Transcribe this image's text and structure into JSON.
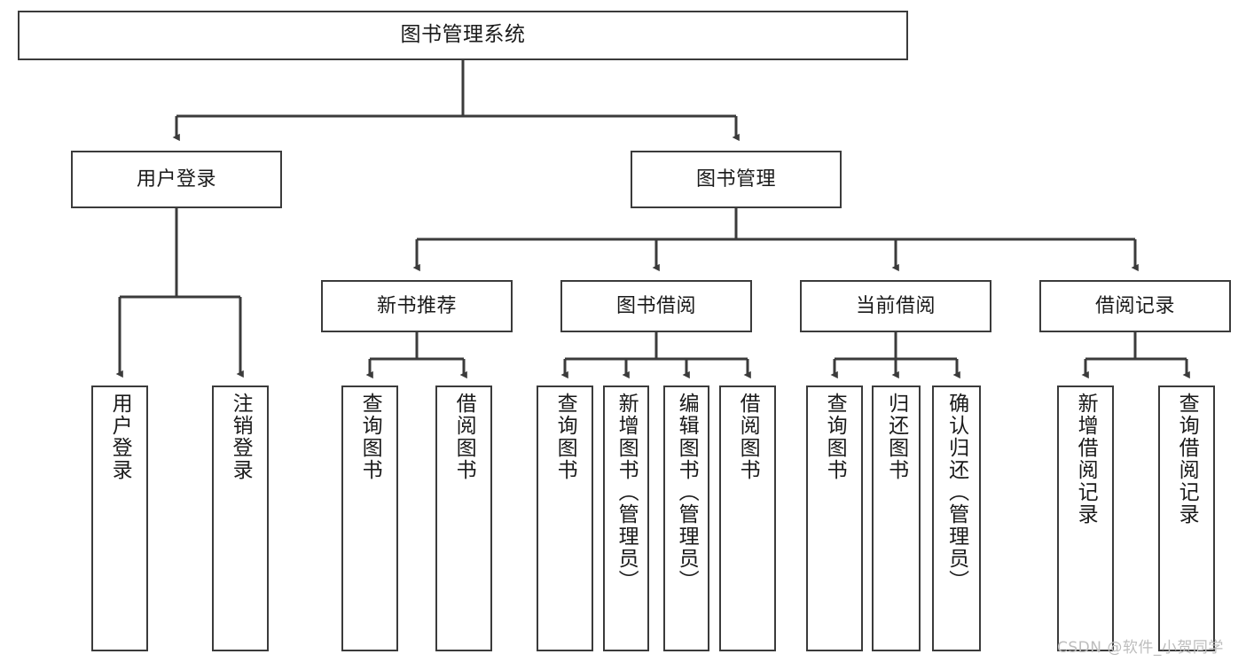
{
  "diagram": {
    "title": "图书管理系统",
    "type": "hierarchy-tree",
    "orientation": "top-down",
    "line_color": "#3b3b3b",
    "box_fill": "#ffffff",
    "text_color": "#1a1a1a",
    "nodes": {
      "root": {
        "label": "图书管理系统"
      },
      "level2": [
        {
          "label": "用户登录"
        },
        {
          "label": "图书管理"
        }
      ],
      "level3": [
        {
          "label": "新书推荐"
        },
        {
          "label": "图书借阅"
        },
        {
          "label": "当前借阅"
        },
        {
          "label": "借阅记录"
        }
      ],
      "leaves_user_login": [
        {
          "label": "用户登录"
        },
        {
          "label": "注销登录"
        }
      ],
      "leaves_new_book": [
        {
          "label": "查询图书"
        },
        {
          "label": "借阅图书"
        }
      ],
      "leaves_borrow": [
        {
          "label": "查询图书"
        },
        {
          "label": "新增图书（管理员）"
        },
        {
          "label": "编辑图书（管理员）"
        },
        {
          "label": "借阅图书"
        }
      ],
      "leaves_current": [
        {
          "label": "查询图书"
        },
        {
          "label": "归还图书"
        },
        {
          "label": "确认归还（管理员）"
        }
      ],
      "leaves_record": [
        {
          "label": "新增借阅记录"
        },
        {
          "label": "查询借阅记录"
        }
      ]
    }
  },
  "watermark": {
    "text": "CSDN @软件_小贺同学"
  }
}
